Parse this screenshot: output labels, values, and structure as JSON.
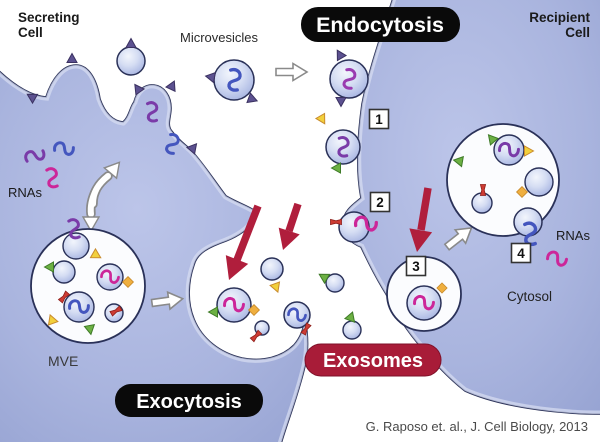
{
  "diagram": {
    "secreting_cell": {
      "line1": "Secreting",
      "line2": "Cell"
    },
    "recipient_cell": {
      "line1": "Recipient",
      "line2": "Cell"
    },
    "labels": {
      "microvesicles": "Microvesicles",
      "rnas_left": "RNAs",
      "mve": "MVE",
      "cytosol": "Cytosol",
      "rnas_right": "RNAs"
    },
    "pills": {
      "endocytosis": "Endocytosis",
      "exocytosis": "Exocytosis",
      "exosomes": "Exosomes"
    },
    "steps": {
      "step1": "1",
      "step2": "2",
      "step3": "3",
      "step4": "4"
    },
    "citation": "G. Raposo et. al., J. Cell Biology, 2013",
    "colors": {
      "background": "#FFFFFF",
      "cell_fill": "#A9B4DE",
      "membrane": "#2A3158",
      "organelle_fill": "#FBFCFE",
      "pill_black": "#0A0A0A",
      "pill_crimson": "#A81C38",
      "red_arrow": "#B01E3C",
      "rna_purple": "#7A3BA8",
      "rna_blue": "#4456BE",
      "rna_magenta": "#CC2699",
      "marker_purple_triangle": "#5C5190",
      "marker_green_triangle": "#6CB043",
      "marker_yellow_triangle": "#F2D03C",
      "marker_orange_diamond": "#EFAF3F",
      "marker_red_protein": "#CE3B33",
      "citation_text": "#4A4A4A"
    }
  }
}
